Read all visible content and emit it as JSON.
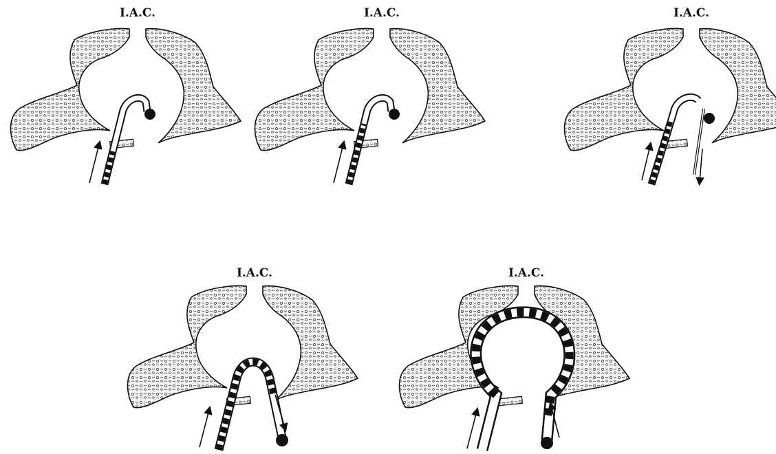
{
  "figure": {
    "panels": [
      {
        "label": "I.A.C."
      },
      {
        "label": "I.A.C."
      },
      {
        "label": "I.A.C."
      },
      {
        "label": "I.A.C."
      },
      {
        "label": "I.A.C."
      }
    ]
  },
  "colors": {
    "ink": "#111111",
    "bone_fill": "#f4f4f4"
  }
}
